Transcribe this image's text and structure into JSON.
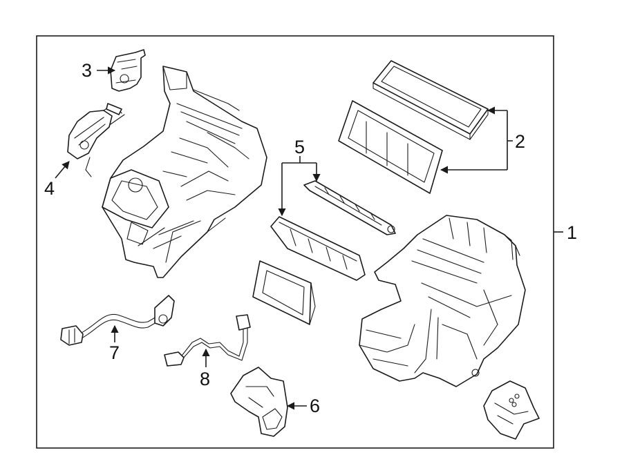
{
  "diagram": {
    "callouts": {
      "c1": "1",
      "c2": "2",
      "c3": "3",
      "c4": "4",
      "c5": "5",
      "c6": "6",
      "c7": "7",
      "c8": "8"
    },
    "colors": {
      "line": "#1a1a1a",
      "background": "#ffffff"
    }
  }
}
